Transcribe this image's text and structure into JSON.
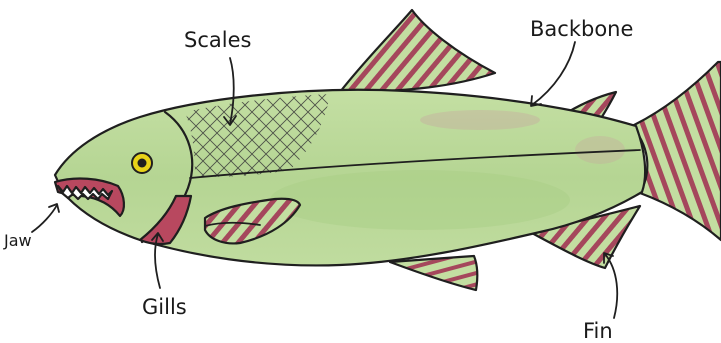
{
  "diagram": {
    "labels": {
      "scales": "Scales",
      "backbone": "Backbone",
      "jaw": "Jaw",
      "gills": "Gills",
      "fin": "Fin"
    },
    "colors": {
      "body": "#bcd99a",
      "body_dark": "#a3c97e",
      "fin_stripe": "#a5475c",
      "gill": "#b8485f",
      "eye": "#e8d318",
      "outline": "#1f1f1f"
    }
  }
}
